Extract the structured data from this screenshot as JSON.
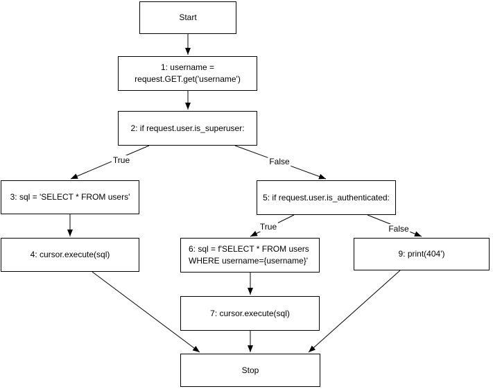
{
  "diagram": {
    "type": "flowchart",
    "colors": {
      "stroke": "#000000",
      "node_fill": "#ffffff",
      "text": "#000000",
      "background": "#ffffff"
    },
    "nodes": {
      "start": {
        "label": "Start"
      },
      "n1": {
        "label": "1: username =\nrequest.GET.get('username')"
      },
      "n2": {
        "label": "2: if request.user.is_superuser:"
      },
      "n3": {
        "label": "3: sql = 'SELECT * FROM users'"
      },
      "n4": {
        "label": "4: cursor.execute(sql)"
      },
      "n5": {
        "label": "5: if request.user.is_authenticated:"
      },
      "n6": {
        "label": "6: sql = f'SELECT * FROM users\nWHERE username={username}'"
      },
      "n7": {
        "label": "7: cursor.execute(sql)"
      },
      "n9": {
        "label": "9: print(404')"
      },
      "stop": {
        "label": "Stop"
      }
    },
    "edges": [
      {
        "from": "start",
        "to": "n1",
        "label": ""
      },
      {
        "from": "n1",
        "to": "n2",
        "label": ""
      },
      {
        "from": "n2",
        "to": "n3",
        "label": "True"
      },
      {
        "from": "n2",
        "to": "n5",
        "label": "False"
      },
      {
        "from": "n3",
        "to": "n4",
        "label": ""
      },
      {
        "from": "n5",
        "to": "n6",
        "label": "True"
      },
      {
        "from": "n5",
        "to": "n9",
        "label": "False"
      },
      {
        "from": "n6",
        "to": "n7",
        "label": ""
      },
      {
        "from": "n4",
        "to": "stop",
        "label": ""
      },
      {
        "from": "n7",
        "to": "stop",
        "label": ""
      },
      {
        "from": "n9",
        "to": "stop",
        "label": ""
      }
    ]
  }
}
